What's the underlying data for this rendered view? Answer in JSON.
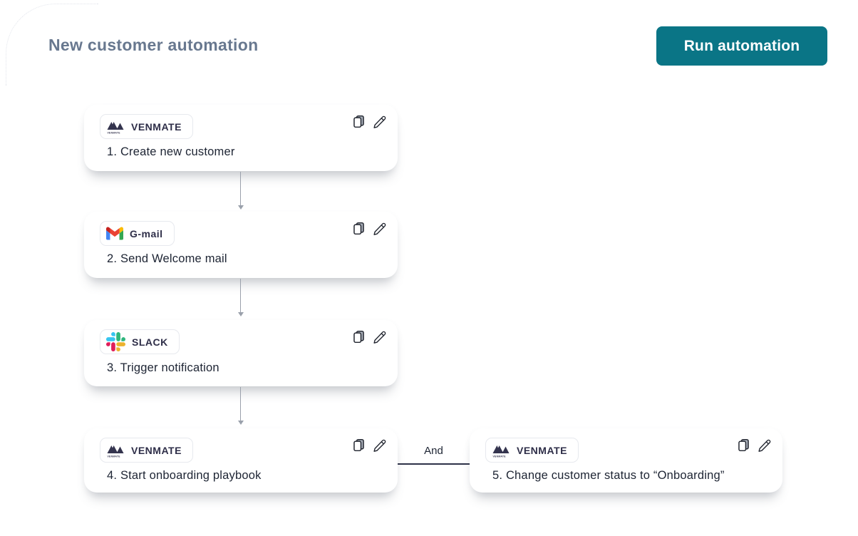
{
  "page": {
    "title": "New customer automation",
    "run_button_label": "Run automation"
  },
  "colors": {
    "accent_teal": "#0a7586",
    "title_gray": "#68788f",
    "card_text": "#1d2433",
    "badge_navy": "#2e2e48",
    "connector_navy": "#2e3248",
    "arrow_gray": "#9aa0ab",
    "gmail_blue": "#4285F4",
    "gmail_green": "#34A853",
    "gmail_yellow": "#FBBC04",
    "gmail_red": "#EA4335",
    "gmail_dark_red": "#C5221F",
    "slack_blue": "#36C5F0",
    "slack_green": "#2EB67D",
    "slack_red": "#E01E5A",
    "slack_yellow": "#ECB22E"
  },
  "connector": {
    "and_label": "And"
  },
  "steps": [
    {
      "app": "VENMATE",
      "icon": "venmate-logo",
      "label": "1. Create new customer"
    },
    {
      "app": "G-mail",
      "icon": "gmail-logo",
      "label": "2. Send Welcome mail"
    },
    {
      "app": "SLACK",
      "icon": "slack-logo",
      "label": "3. Trigger notification"
    },
    {
      "app": "VENMATE",
      "icon": "venmate-logo",
      "label": "4. Start onboarding playbook"
    },
    {
      "app": "VENMATE",
      "icon": "venmate-logo",
      "label": "5. Change customer status to “Onboarding”"
    }
  ],
  "card_actions": {
    "copy": "copy",
    "edit": "edit"
  }
}
